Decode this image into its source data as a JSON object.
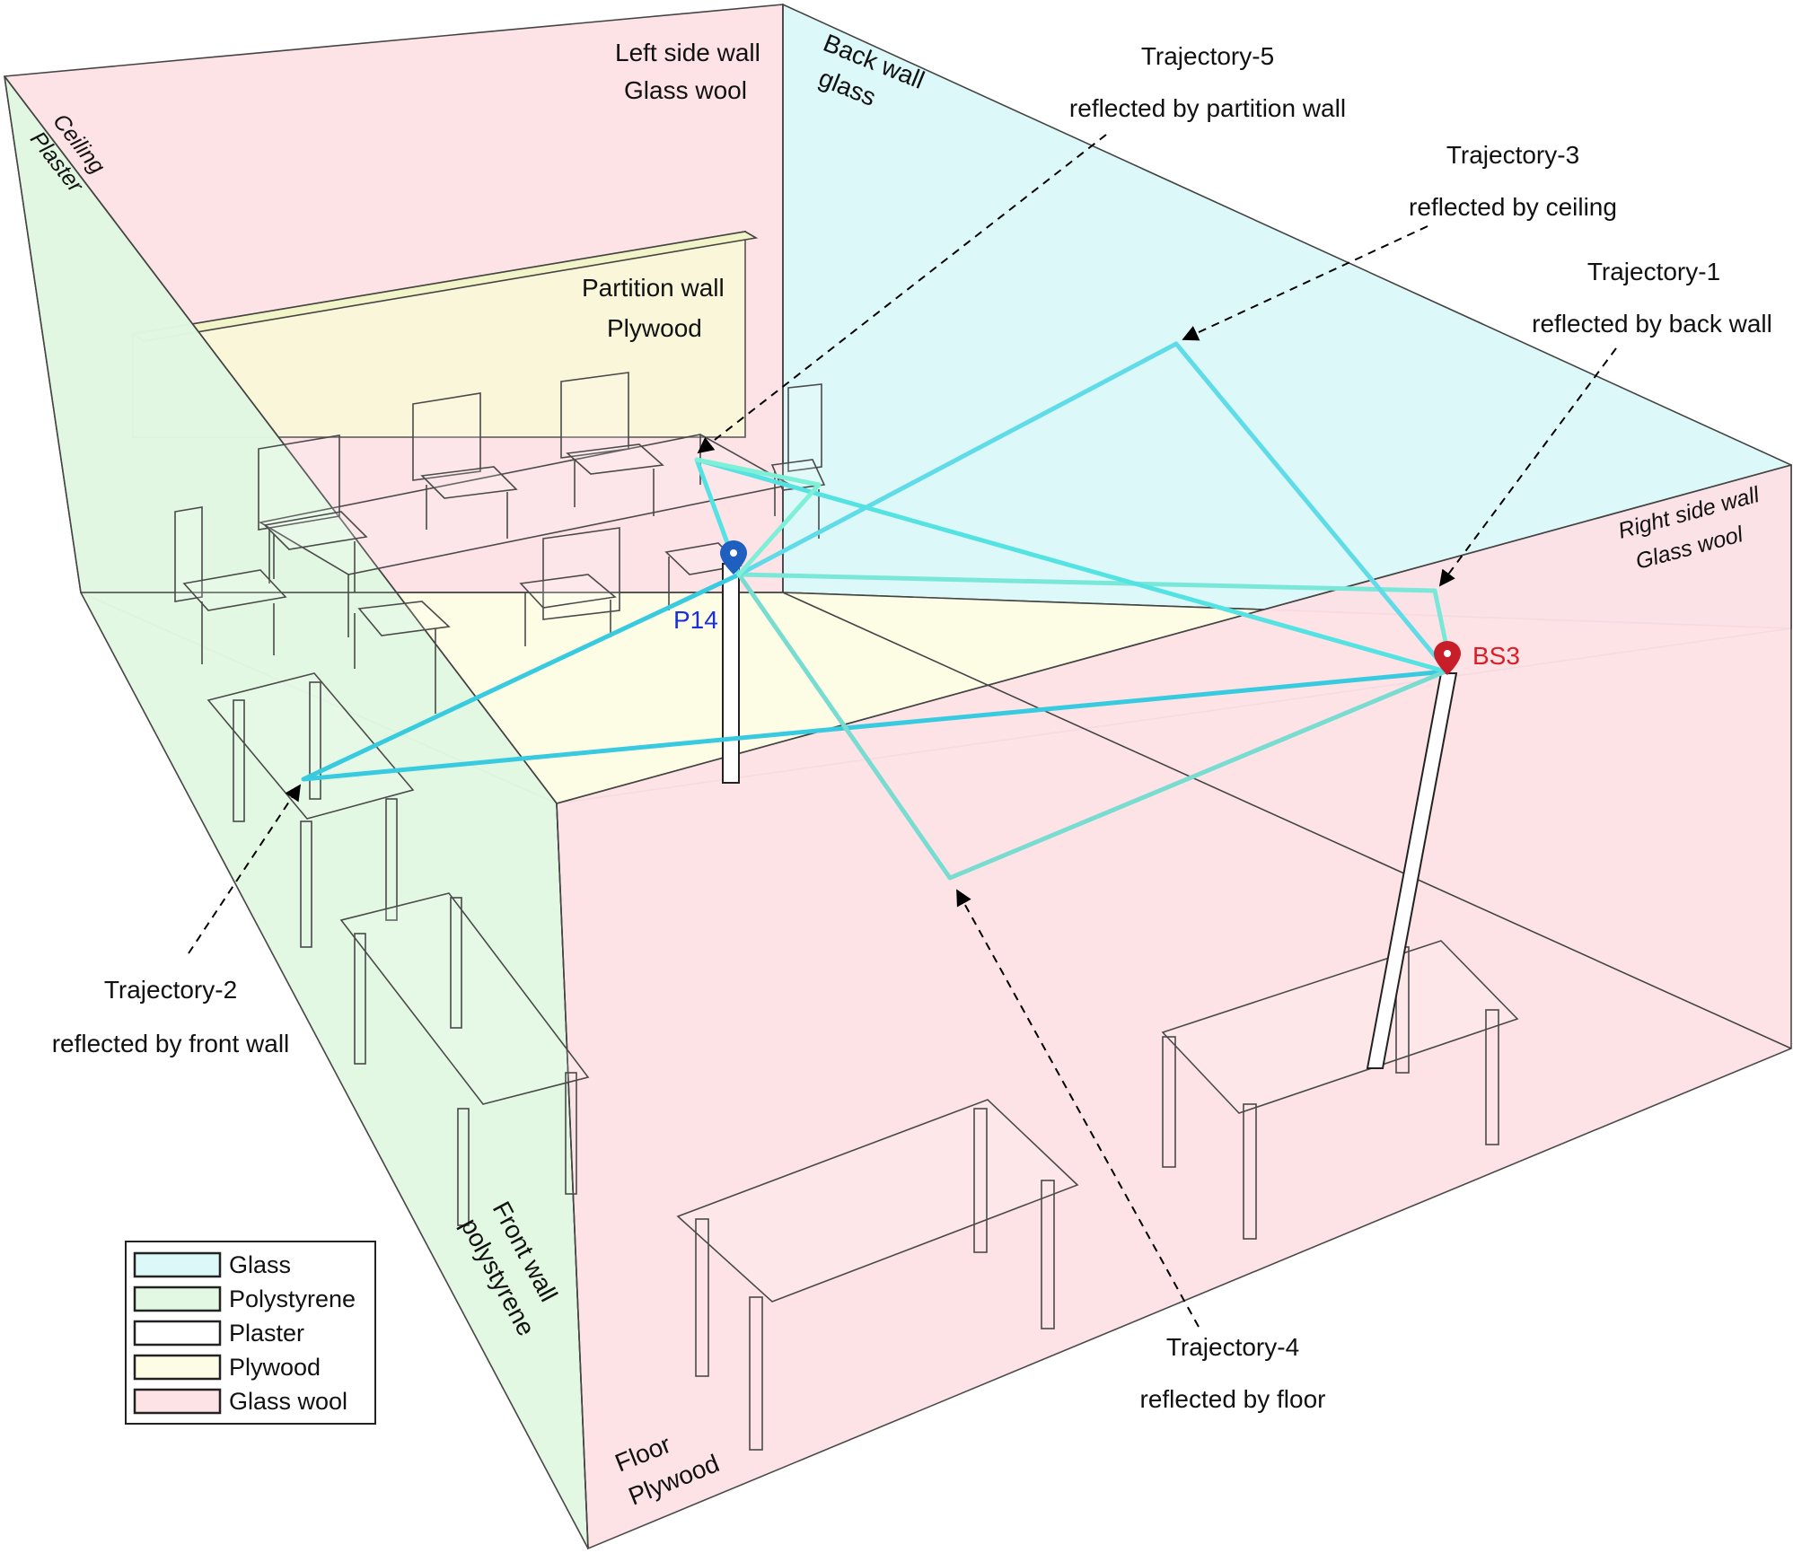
{
  "colors": {
    "glass": "#ddf8f9",
    "polystyrene": "#e2f8e2",
    "plaster": "#ffffff",
    "plywood": "#fdfde6",
    "glass_wool": "#fde2e6",
    "ray": "#5ee6e6",
    "p14": "#1f5fbf",
    "bs3": "#e01c24"
  },
  "surfaces": {
    "ceiling": [
      "Ceiling",
      "Plaster"
    ],
    "left_side_wall": [
      "Left side wall",
      "Glass wool"
    ],
    "back_wall": [
      "Back wall",
      "glass"
    ],
    "partition_wall": [
      "Partition wall",
      "Plywood"
    ],
    "right_side_wall": [
      "Right side wall",
      "Glass wool"
    ],
    "front_wall": [
      "Front wall",
      "polystyrene"
    ],
    "floor": [
      "Floor",
      "Plywood"
    ]
  },
  "markers": {
    "p14": "P14",
    "bs3": "BS3"
  },
  "trajectories": [
    {
      "name": "Trajectory-1",
      "desc": "reflected by back wall"
    },
    {
      "name": "Trajectory-2",
      "desc": "reflected by front wall"
    },
    {
      "name": "Trajectory-3",
      "desc": "reflected by ceiling"
    },
    {
      "name": "Trajectory-4",
      "desc": "reflected by floor"
    },
    {
      "name": "Trajectory-5",
      "desc": "reflected by partition wall"
    }
  ],
  "legend": [
    {
      "label": "Glass",
      "color": "#ddf8f9"
    },
    {
      "label": "Polystyrene",
      "color": "#e2f8e2"
    },
    {
      "label": "Plaster",
      "color": "#ffffff"
    },
    {
      "label": "Plywood",
      "color": "#fdfde6"
    },
    {
      "label": "Glass wool",
      "color": "#fde2e6"
    }
  ]
}
